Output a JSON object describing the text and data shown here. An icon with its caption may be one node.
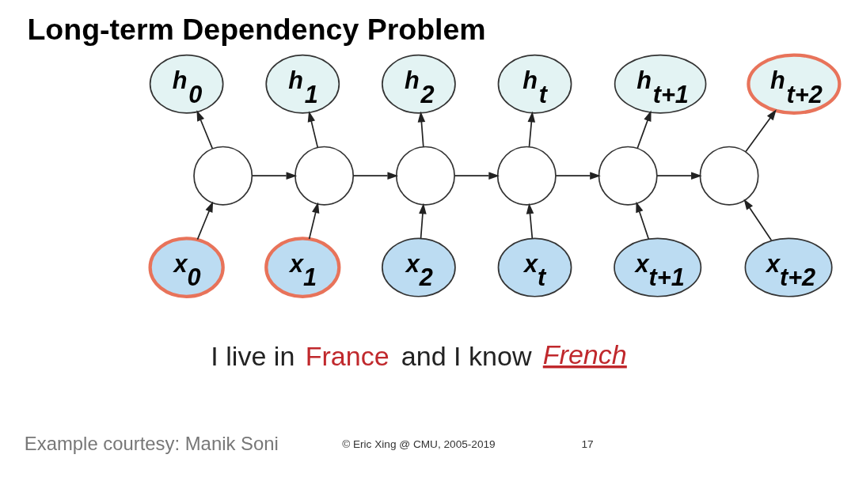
{
  "diagram": {
    "title": "Long-term Dependency Problem",
    "nodes": [
      {
        "text": [
          "h$_{0}$"
        ]
      },
      {
        "text": [
          "h$_{1}$"
        ]
      },
      {
        "text": [
          "h$_{2}$"
        ]
      },
      {
        "text": [
          "h$_{t}$"
        ]
      },
      {
        "text": [
          "h$_{t+1}$"
        ]
      },
      {
        "text": [
          "h$_{t+2}$"
        ]
      },
      {
        "text": [],
        "shape": "circle"
      },
      {
        "text": [],
        "shape": "circle"
      },
      {
        "text": [],
        "shape": "circle"
      },
      {
        "text": [],
        "shape": "circle"
      },
      {
        "text": [],
        "shape": "circle"
      },
      {
        "text": [],
        "shape": "circle"
      },
      {
        "text": [
          "x$_{0}$"
        ]
      },
      {
        "text": [
          "x$_{1}$"
        ]
      },
      {
        "text": [
          "x$_{2}$"
        ]
      },
      {
        "text": [
          "x$_{t}$"
        ]
      },
      {
        "text": [
          "x$_{t+1}$"
        ]
      },
      {
        "text": [
          "x$_{t+2}$"
        ]
      }
    ],
    "edges": [
      {
        "from": 12,
        "to": 6,
        "arrow": "to"
      },
      {
        "from": 13,
        "to": 7,
        "arrow": "to"
      },
      {
        "from": 14,
        "to": 8,
        "arrow": "to"
      },
      {
        "from": 15,
        "to": 9,
        "arrow": "to"
      },
      {
        "from": 16,
        "to": 10,
        "arrow": "to"
      },
      {
        "from": 17,
        "to": 11,
        "arrow": "to"
      },
      {
        "from": 6,
        "to": 0,
        "arrow": "to"
      },
      {
        "from": 7,
        "to": 1,
        "arrow": "to"
      },
      {
        "from": 8,
        "to": 2,
        "arrow": "to"
      },
      {
        "from": 9,
        "to": 3,
        "arrow": "to"
      },
      {
        "from": 10,
        "to": 4,
        "arrow": "to"
      },
      {
        "from": 11,
        "to": 5,
        "arrow": "to"
      },
      {
        "from": 6,
        "to": 7,
        "arrow": "to"
      },
      {
        "from": 7,
        "to": 8,
        "arrow": "to"
      },
      {
        "from": 8,
        "to": 9,
        "arrow": "to"
      },
      {
        "from": 9,
        "to": 10,
        "arrow": "to"
      },
      {
        "from": 10,
        "to": 11,
        "arrow": "to"
      }
    ],
    "labels": [
      "I live in",
      "France",
      "and I know",
      "French",
      "Example courtesy: Manik Soni",
      "© Eric Xing @ CMU, 2005-2019",
      "17"
    ]
  }
}
